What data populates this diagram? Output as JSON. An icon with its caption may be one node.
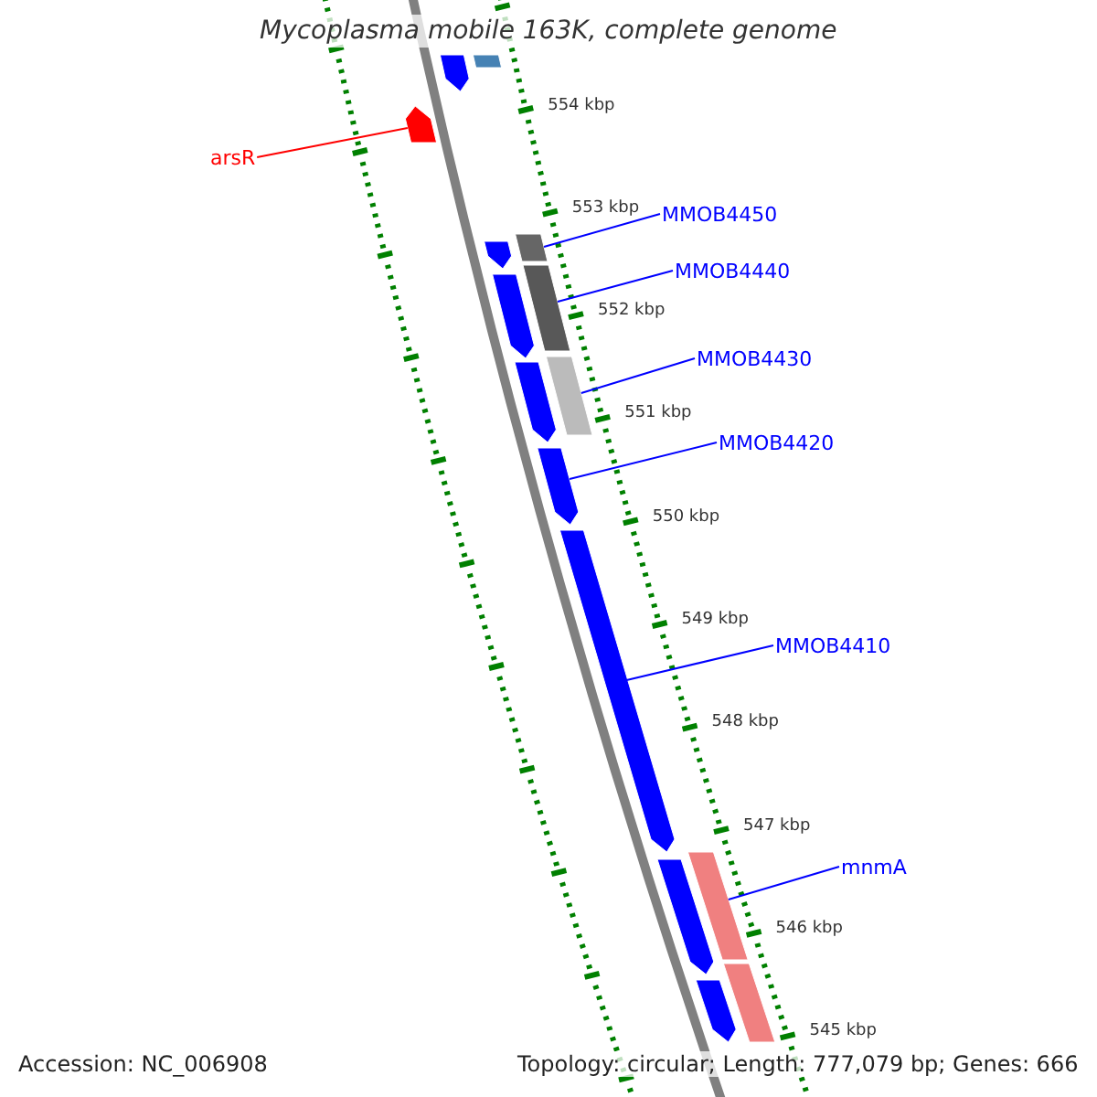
{
  "diagram": {
    "title": "Mycoplasma mobile 163K, complete genome",
    "nodes": [
      {
        "text": [
          "arsR"
        ]
      },
      {
        "text": [
          "MMOB4450"
        ]
      },
      {
        "text": [
          "MMOB4440"
        ]
      },
      {
        "text": [
          "MMOB4430"
        ]
      },
      {
        "text": [
          "MMOB4420"
        ]
      },
      {
        "text": [
          "MMOB4410"
        ]
      },
      {
        "text": [
          "mnmA"
        ]
      },
      {
        "text": [],
        "shape": "pentagon"
      },
      {
        "text": [],
        "shape": "box"
      },
      {
        "text": [],
        "shape": "pentagon"
      },
      {
        "text": [],
        "shape": "box"
      },
      {
        "text": [],
        "shape": "pentagon"
      },
      {
        "text": [],
        "shape": "box"
      },
      {
        "text": [],
        "shape": "pentagon"
      },
      {
        "text": [],
        "shape": "box"
      },
      {
        "text": [],
        "shape": "pentagon"
      },
      {
        "text": [],
        "shape": "pentagon"
      },
      {
        "text": [],
        "shape": "pentagon"
      },
      {
        "text": [],
        "shape": "box"
      },
      {
        "text": [],
        "shape": "pentagon"
      },
      {
        "text": [],
        "shape": "box"
      },
      {
        "text": [],
        "shape": "pentagon"
      }
    ],
    "edges": [
      {
        "from": 0,
        "to": 9,
        "arrow": "none",
        "color": "#ff0000"
      },
      {
        "from": 1,
        "to": 10,
        "arrow": "none"
      },
      {
        "from": 2,
        "to": 12,
        "arrow": "none"
      },
      {
        "from": 3,
        "to": 14,
        "arrow": "none"
      },
      {
        "from": 4,
        "to": 16,
        "arrow": "none"
      },
      {
        "from": 5,
        "to": 17,
        "arrow": "none"
      },
      {
        "from": 6,
        "to": 18,
        "arrow": "none"
      }
    ],
    "labels": [
      "554 kbp",
      "553 kbp",
      "552 kbp",
      "551 kbp",
      "550 kbp",
      "549 kbp",
      "548 kbp",
      "547 kbp",
      "546 kbp",
      "545 kbp",
      "Accession: NC_006908",
      "Topology: circular; Length: 777,079 bp; Genes: 666"
    ]
  }
}
